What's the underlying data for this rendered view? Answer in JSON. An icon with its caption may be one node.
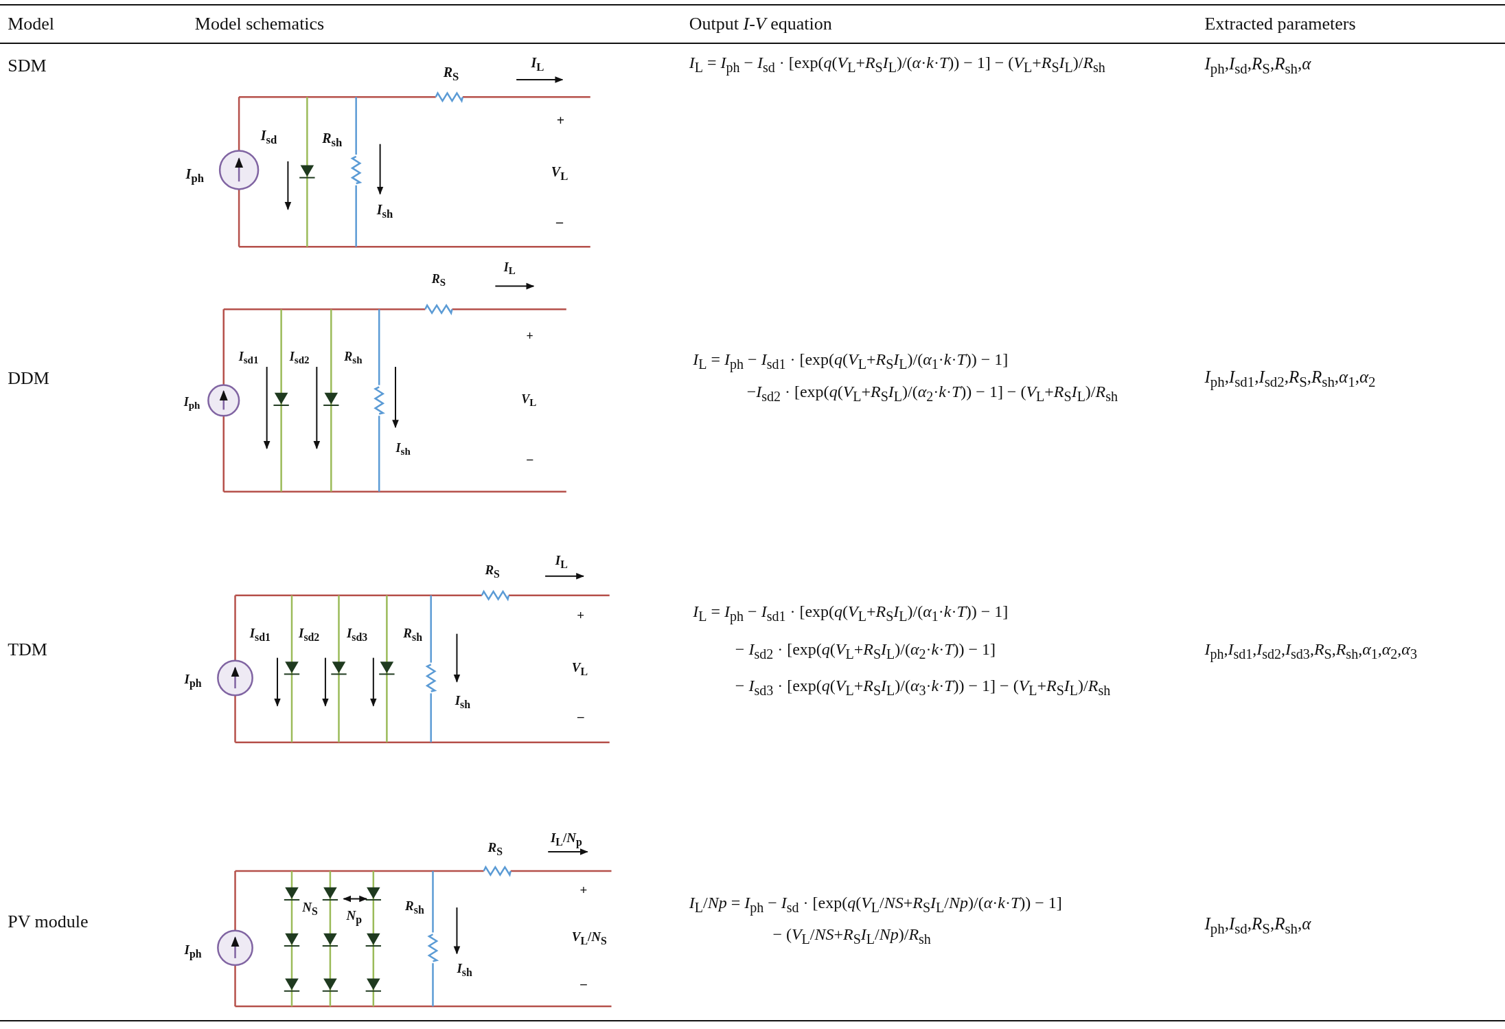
{
  "diagram": {
    "labels": [
      "Model",
      "Model schematics",
      "Output *I*-*V* equation",
      "Extracted parameters",
      "SDM",
      "*R*$_{S}$",
      "*I*$_{L}$",
      "+",
      "*I*$_{sd}$",
      "*R*$_{sh}$",
      "*I*$_{ph}$",
      "*V*$_{L}$",
      "*I*$_{sh}$",
      "–",
      "*I*$_{L}$ = *I*$_{ph}$ − *I*$_{sd}$ · [exp(*q*(*V*$_{L}$+*R*$_{S}$*I*$_{L}$)/(*α*·*k*·*T*)) − 1] − (*V*$_{L}$+*R*$_{S}$*I*$_{L}$)/*R*$_{sh}$",
      "*I*$_{ph}$,*I*$_{sd}$,*R*$_{S}$,*R*$_{sh}$,*α*",
      "DDM",
      "*R*$_{S}$",
      "*I*$_{L}$",
      "+",
      "*I*$_{sd1}$",
      "*I*$_{sd2}$",
      "*R*$_{sh}$",
      "*I*$_{ph}$",
      "*V*$_{L}$",
      "*I*$_{sh}$",
      "–",
      "*I*$_{L}$ = *I*$_{ph}$ − *I*$_{sd1}$ · [exp(*q*(*V*$_{L}$+*R*$_{S}$*I*$_{L}$)/(*α*$_{1}$·*k*·*T*)) − 1]",
      "−*I*$_{sd2}$ · [exp(*q*(*V*$_{L}$+*R*$_{S}$*I*$_{L}$)/(*α*$_{2}$·*k*·*T*)) − 1] − (*V*$_{L}$+*R*$_{S}$*I*$_{L}$)/*R*$_{sh}$",
      "*I*$_{ph}$,*I*$_{sd1}$,*I*$_{sd2}$,*R*$_{S}$,*R*$_{sh}$,*α*$_{1}$,*α*$_{2}$",
      "TDM",
      "*R*$_{S}$",
      "*I*$_{L}$",
      "+",
      "*I*$_{sd1}$",
      "*I*$_{sd2}$",
      "*I*$_{sd3}$",
      "*R*$_{sh}$",
      "*I*$_{ph}$",
      "*V*$_{L}$",
      "*I*$_{sh}$",
      "–",
      "*I*$_{L}$ = *I*$_{ph}$ − *I*$_{sd1}$ · [exp(*q*(*V*$_{L}$+*R*$_{S}$*I*$_{L}$)/(*α*$_{1}$·*k*·*T*)) − 1]",
      "− *I*$_{sd2}$ · [exp(*q*(*V*$_{L}$+*R*$_{S}$*I*$_{L}$)/(*α*$_{2}$·*k*·*T*)) − 1]",
      "− *I*$_{sd3}$ · [exp(*q*(*V*$_{L}$+*R*$_{S}$*I*$_{L}$)/(*α*$_{3}$·*k*·*T*)) − 1] − (*V*$_{L}$+*R*$_{S}$*I*$_{L}$)/*R*$_{sh}$",
      "*I*$_{ph}$,*I*$_{sd1}$,*I*$_{sd2}$,*I*$_{sd3}$,*R*$_{S}$,*R*$_{sh}$,*α*$_{1}$,*α*$_{2}$,*α*$_{3}$",
      "PV module",
      "*R*$_{S}$",
      "*I*$_{L}$/*N*$_{p}$",
      "+",
      "*N*$_{S}$",
      "*R*$_{sh}$",
      "*N*$_{p}$",
      "*I*$_{ph}$",
      "*V*$_{L}$/*N*$_{S}$",
      "*I*$_{sh}$",
      "–",
      "*I*$_{L}$/*Np* = *I*$_{ph}$ − *I*$_{sd}$ · [exp(*q*(*V*$_{L}$/*NS*+*R*$_{S}$*I*$_{L}$/*Np*)/(*α*·*k*·*T*)) − 1]",
      "− (*V*$_{L}$/*NS*+*R*$_{S}$*I*$_{L}$/*Np*)/*R*$_{sh}$",
      "*I*$_{ph}$,*I*$_{sd}$,*R*$_{S}$,*R*$_{sh}$,*α*"
    ]
  }
}
